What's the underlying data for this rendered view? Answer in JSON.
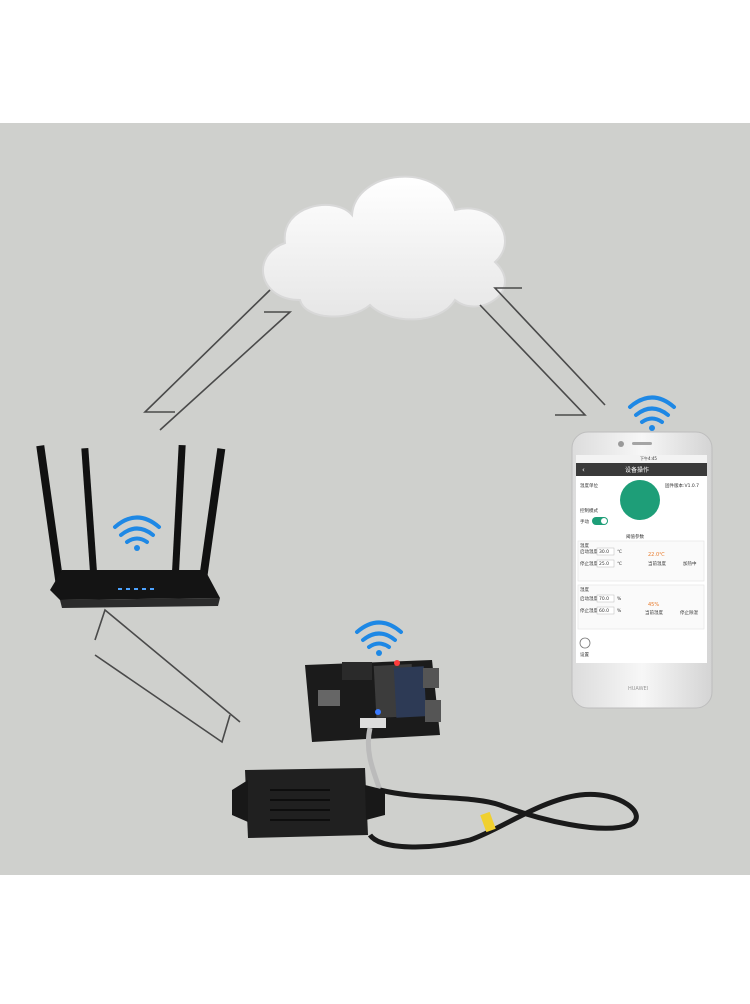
{
  "colors": {
    "background": "#ffffff",
    "panel": "#cfd0cd",
    "cloud": "#f2f2f2",
    "arrow": "#4a4a4a",
    "wifi": "#1e88e5",
    "phone_body": "#f1f1f1",
    "app_header": "#3a3a3a",
    "app_green": "#1e9e78",
    "router": "#141414",
    "board": "#1b1b1b",
    "sensor": "#1f1f1f"
  },
  "icons": [
    "wifi-icon-router",
    "wifi-icon-board",
    "wifi-icon-phone"
  ],
  "phone": {
    "status_time": "下午4:45",
    "app_title": "设备操作",
    "firmware_label": "固件版本:V1.0.7",
    "temp_unit_label": "温度单位",
    "control_mode_label": "控制模式",
    "auto_label": "手动",
    "thresholds_header": "阈值参数",
    "temperature_section": "温度",
    "humidity_section": "湿度",
    "start_temp_label": "启动温度",
    "stop_temp_label": "停止温度",
    "start_temp_value": "30.0",
    "stop_temp_value": "25.0",
    "temp_unit": "℃",
    "start_hum_label": "启动湿度",
    "stop_hum_label": "停止湿度",
    "start_hum_value": "70.0",
    "stop_hum_value": "60.0",
    "hum_unit": "%",
    "current_temp": "22.0℃",
    "current_temp_label": "当前温度",
    "current_hum": "45%",
    "current_hum_label": "当前湿度",
    "heat_label": "加热中",
    "dehum_label": "停止除湿",
    "settings_label": "设置",
    "brand": "HUAWEI"
  }
}
